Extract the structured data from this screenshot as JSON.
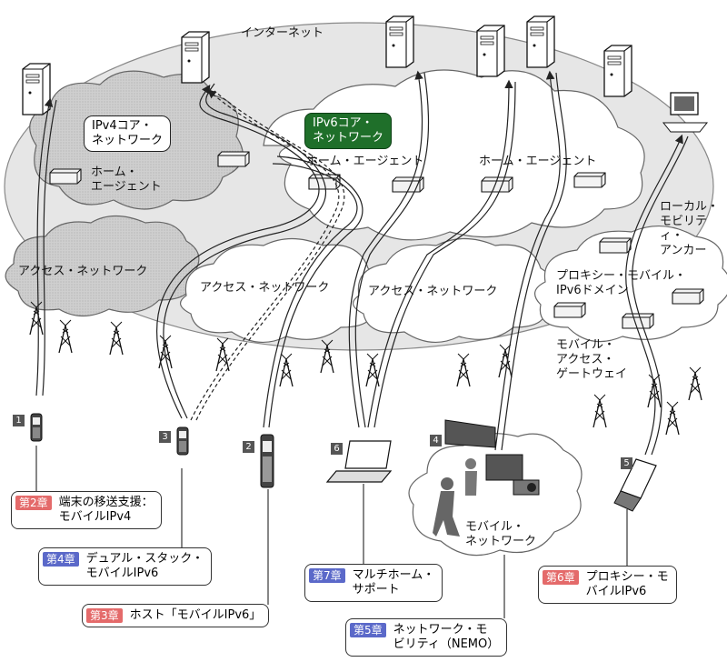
{
  "internet_label": "インターネット",
  "ipv4_core": "IPv4コア・\nネットワーク",
  "ipv6_core": "IPv6コア・\nネットワーク",
  "home_agent_left": "ホーム・\nエージェント",
  "home_agent_center": "ホーム・エージェント",
  "home_agent_right": "ホーム・エージェント",
  "local_mobility_anchor": "ローカル・\nモビリティ・\nアンカー",
  "access_network_1": "アクセス・ネットワーク",
  "access_network_2": "アクセス・ネットワーク",
  "access_network_3": "アクセス・ネットワーク",
  "proxy_domain": "プロキシー・モバイル・\nIPv6ドメイン",
  "mobile_access_gateway": "モバイル・\nアクセス・\nゲートウェイ",
  "mobile_network": "モバイル・\nネットワーク",
  "device_numbers": [
    "1",
    "3",
    "2",
    "6",
    "4",
    "5"
  ],
  "chapters": [
    {
      "badge": "第2章",
      "text": "端末の移送支援：\nモバイルIPv4",
      "color": "#e46a6a"
    },
    {
      "badge": "第4章",
      "text": "デュアル・スタック・\nモバイルIPv6",
      "color": "#5b69c9"
    },
    {
      "badge": "第3章",
      "text": "ホスト「モバイルIPv6」",
      "color": "#e46a6a"
    },
    {
      "badge": "第7章",
      "text": "マルチホーム・\nサポート",
      "color": "#5b69c9"
    },
    {
      "badge": "第5章",
      "text": "ネットワーク・モ\nビリティ（NEMO）",
      "color": "#5b69c9"
    },
    {
      "badge": "第6章",
      "text": "プロキシー・モ\nバイルIPv6",
      "color": "#e46a6a"
    }
  ]
}
